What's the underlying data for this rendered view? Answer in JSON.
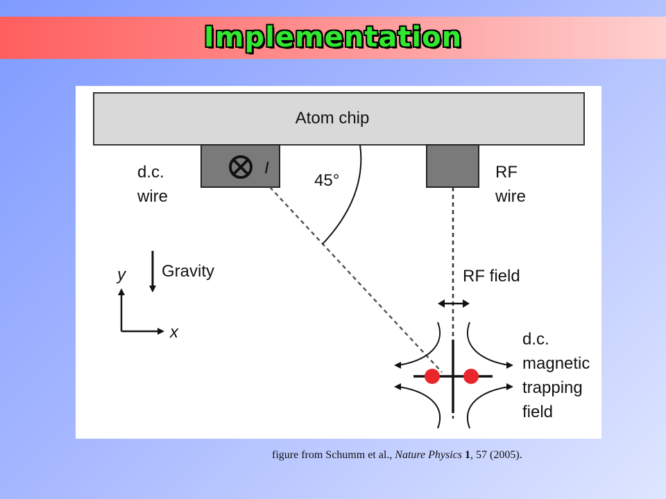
{
  "slide": {
    "title": "Implementation"
  },
  "diagram": {
    "chip_label": "Atom chip",
    "dc_wire_label": [
      "d.c.",
      "wire"
    ],
    "current_symbol": "I",
    "angle_label": "45°",
    "rf_wire_label": [
      "RF",
      "wire"
    ],
    "gravity_label": "Gravity",
    "axis_y": "y",
    "axis_x": "x",
    "rf_field_label": "RF field",
    "trap_label": [
      "d.c.",
      "magnetic",
      "trapping",
      "field"
    ],
    "colors": {
      "chip_fill": "#d9d9d9",
      "wire_fill": "#7a7a7a",
      "atom_dot": "#e8262b"
    }
  },
  "caption": {
    "prefix": "figure from Schumm et al., ",
    "journal": "Nature Physics",
    "volume": "1",
    "suffix": ", 57 (2005)."
  }
}
